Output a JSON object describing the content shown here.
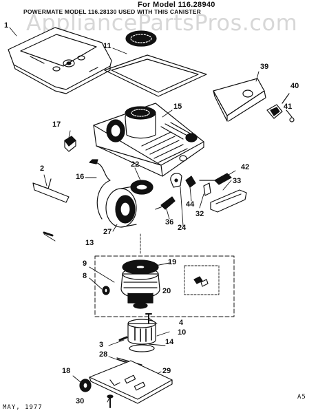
{
  "header": {
    "title": "For Model 116.28940",
    "subtitle": "POWERMATE MODEL 116.28130 USED WITH THIS CANISTER",
    "watermark": "AppliancePartsPros.com"
  },
  "callouts": [
    "1",
    "11",
    "39",
    "40",
    "41",
    "15",
    "17",
    "42",
    "2",
    "16",
    "22",
    "33",
    "44",
    "36",
    "32",
    "24",
    "27",
    "13",
    "9",
    "8",
    "19",
    "20",
    "4",
    "10",
    "3",
    "14",
    "28",
    "18",
    "29",
    "30"
  ],
  "footer": {
    "date": "MAY, 1977",
    "code": "A5"
  }
}
